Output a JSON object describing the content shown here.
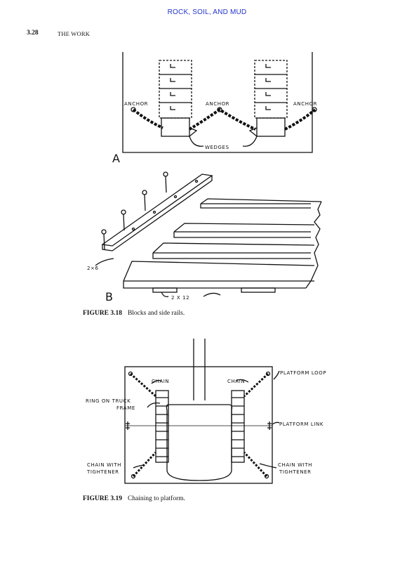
{
  "header": {
    "running_title": "ROCK, SOIL, AND MUD",
    "page_number": "3.28",
    "section": "THE WORK"
  },
  "figure_3_18": {
    "caption_number": "FIGURE 3.18",
    "caption_text": "Blocks and side rails.",
    "panel_a": {
      "letter": "A",
      "anchor_left": "ANCHOR",
      "anchor_center": "ANCHOR",
      "anchor_right": "ANCHOR",
      "wedges": "WEDGES"
    },
    "panel_b": {
      "letter": "B",
      "rail_label": "2×6",
      "plank_label": "2 X 12"
    }
  },
  "figure_3_19": {
    "caption_number": "FIGURE 3.19",
    "caption_text": "Chaining to platform.",
    "labels": {
      "chain_left": "CHAIN",
      "chain_right": "CHAIN",
      "platform_loop": "PLATFORM  LOOP",
      "ring_line1": "RING  ON  TRUCK",
      "ring_line2": "FRAME",
      "platform_link": "PLATFORM  LINK",
      "tightener_left_line1": "CHAIN  WITH",
      "tightener_left_line2": "TIGHTENER",
      "tightener_right_line1": "CHAIN  WITH",
      "tightener_right_line2": "TIGHTENER"
    }
  }
}
